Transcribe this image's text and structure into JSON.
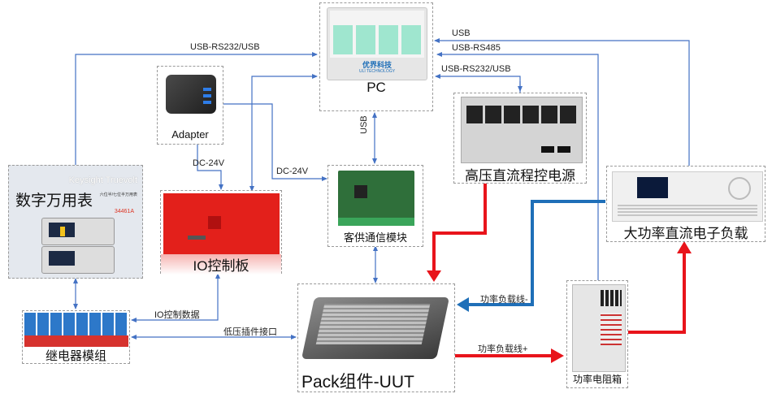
{
  "nodes": {
    "pc": {
      "label": "PC",
      "logo_text": "优界科技",
      "logo_sub": "ULI TECHNOLOGY"
    },
    "adapter": {
      "label": "Adapter"
    },
    "dmm": {
      "label": "数字万用表",
      "brand": "Keysight Truevolt",
      "subtitle": "六位半/七位半万用表",
      "model": "34461A"
    },
    "io_board": {
      "label": "IO控制板"
    },
    "comm_module": {
      "label": "客供通信模块"
    },
    "hv_supply": {
      "label": "高压直流程控电源"
    },
    "dc_load": {
      "label": "大功率直流电子负载"
    },
    "relay": {
      "label": "继电器模组"
    },
    "pack": {
      "label": "Pack组件-UUT"
    },
    "resistor_box": {
      "label": "功率电阻箱"
    }
  },
  "edges": {
    "dmm_pc": "USB-RS232/USB",
    "load_pc_usb": "USB",
    "resbox_pc": "USB-RS485",
    "pc_hv": "USB-RS232/USB",
    "pc_comm": "USB",
    "adapter_io": "DC-24V",
    "adapter_comm": "DC-24V",
    "io_relay": "IO控制数据",
    "relay_pack": "低压插件接口",
    "load_pack": "功率负载线-",
    "pack_resbox": "功率负载线+"
  },
  "colors": {
    "signal": "#4472c4",
    "power_pos": "#e8141b",
    "power_neg": "#1f6fb8",
    "border": "#9a9a9a"
  }
}
